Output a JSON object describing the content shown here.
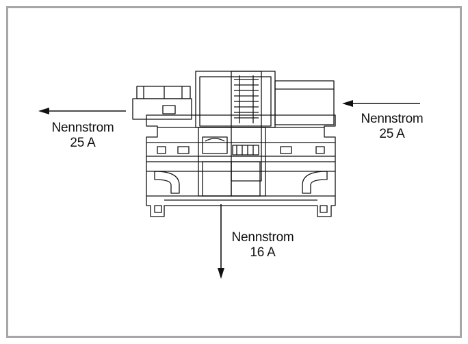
{
  "labels": {
    "left": {
      "line1": "Nennstrom",
      "line2": "25 A"
    },
    "right": {
      "line1": "Nennstrom",
      "line2": "25 A"
    },
    "bottom": {
      "line1": "Nennstrom",
      "line2": "16 A"
    }
  },
  "colors": {
    "frame": "#a7a7a7",
    "ink": "#111111",
    "background": "#ffffff"
  }
}
